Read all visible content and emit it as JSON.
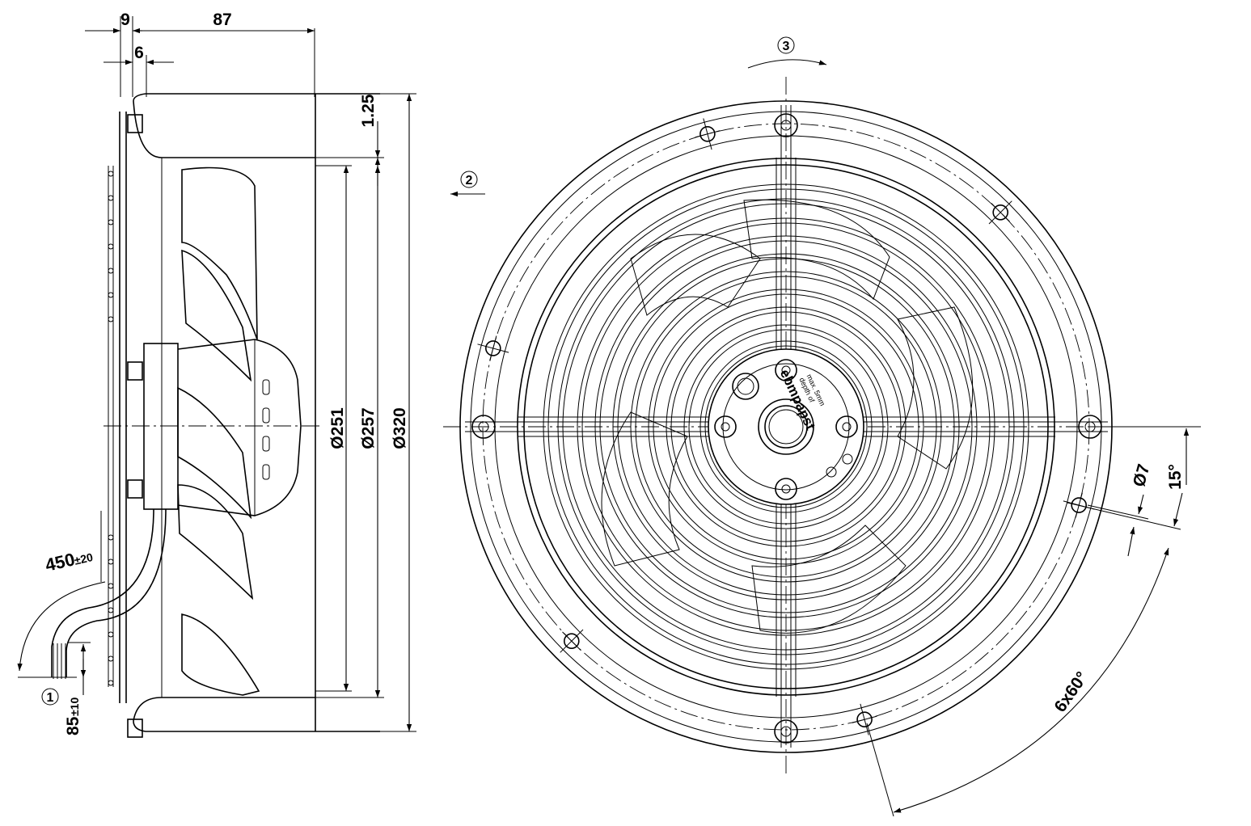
{
  "dimensions": {
    "d9": "9",
    "d87": "87",
    "d6": "6",
    "d125": "1.25",
    "d251": "Ø251",
    "d257": "Ø257",
    "d320": "Ø320",
    "d7": "Ø7",
    "d15": "15°",
    "d6x60": "6x60°",
    "cable_len": "450",
    "cable_tol": "±20",
    "strip_len": "85",
    "strip_tol": "±10"
  },
  "callouts": {
    "c1": "1",
    "c2": "2",
    "c3": "3"
  },
  "rating_plate": {
    "logo": "ebmpapst",
    "line1": "depth of",
    "line2": "max. 5mm"
  }
}
